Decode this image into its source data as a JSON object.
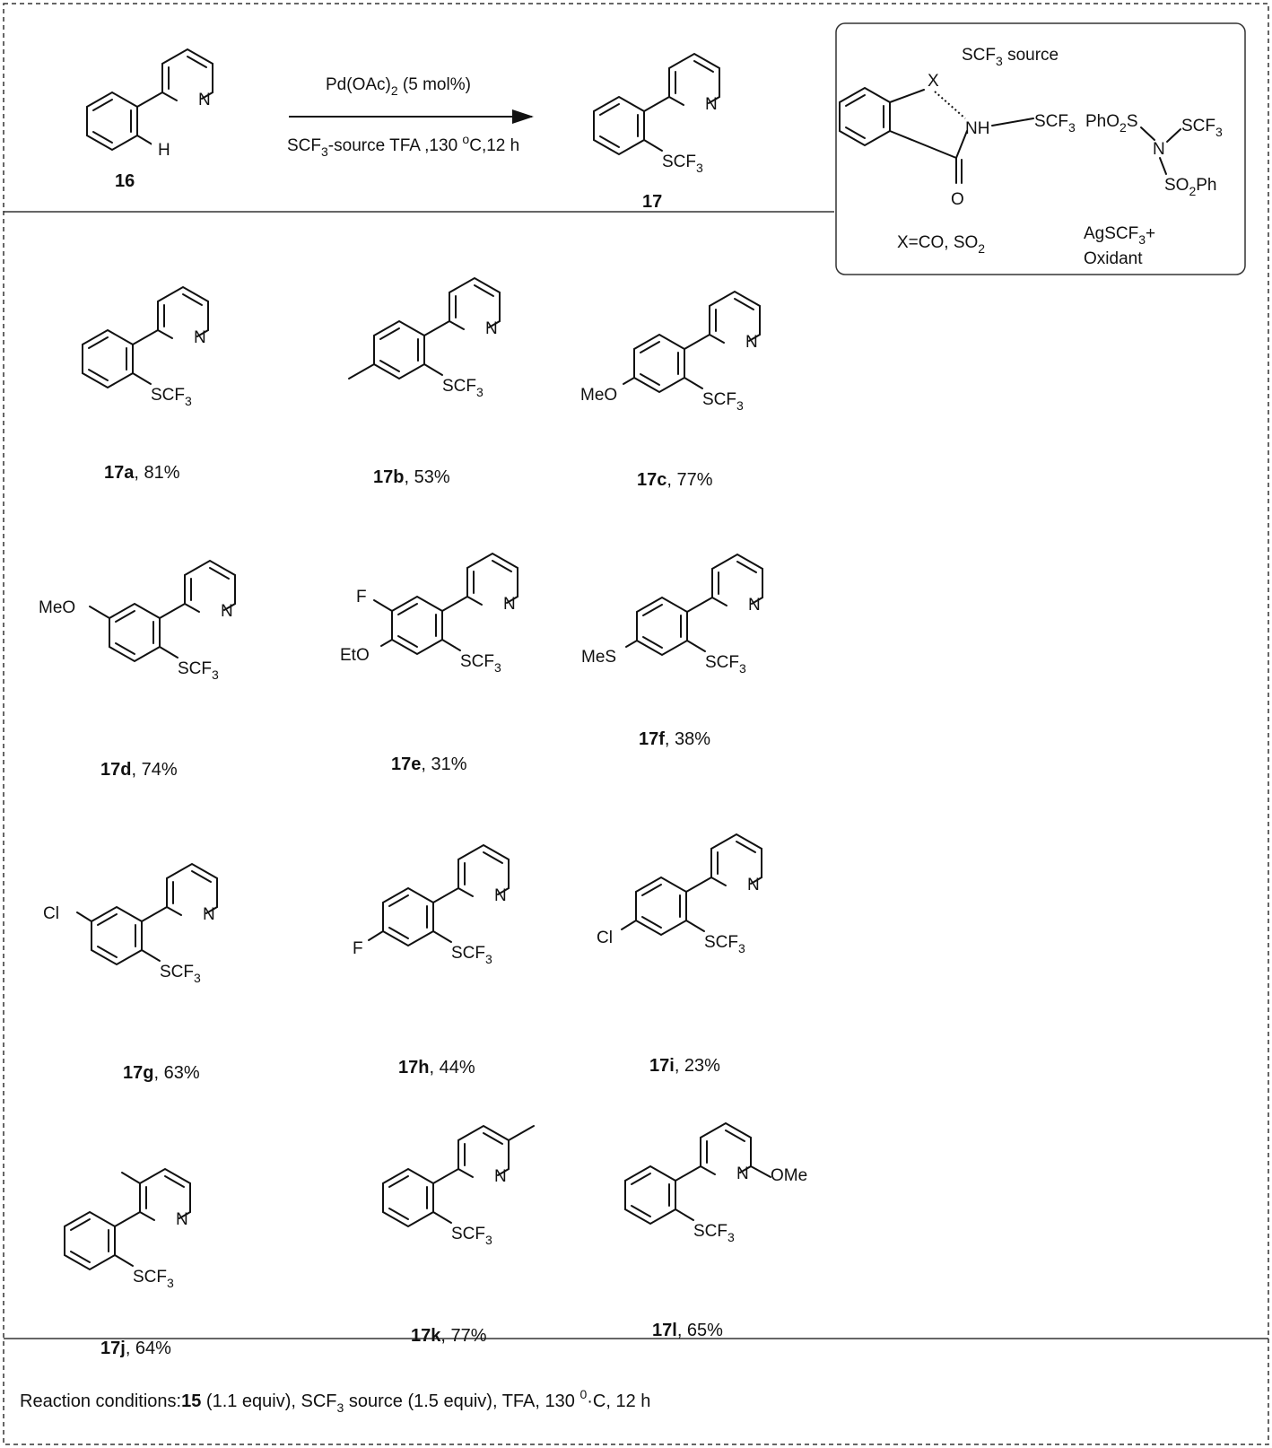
{
  "reaction": {
    "substrate_label": "16",
    "product_label": "17",
    "catalyst_text": "Pd(OAc)",
    "catalyst_sub": "2",
    "catalyst_loading": " (5 mol%)",
    "conditions_a": "SCF",
    "conditions_sub": "3",
    "conditions_b": "-source TFA ,130 ",
    "conditions_sup": "o",
    "conditions_c": "C,12 h",
    "h_atom": "H"
  },
  "source_box": {
    "title_a": "SCF",
    "title_sub": "3",
    "title_b": " source",
    "x_atom": "X",
    "nh": "NH",
    "o_atom": "O",
    "scf_a": "SCF",
    "scf_sub": "3",
    "pho2s_a": "PhO",
    "pho2s_sub": "2",
    "pho2s_b": "S",
    "n_atom": "N",
    "so2ph_a": "SO",
    "so2ph_sub": "2",
    "so2ph_b": "Ph",
    "x_def_a": "X=CO, SO",
    "x_def_sub": "2",
    "ag_a": "AgSCF",
    "ag_sub": "3",
    "ag_b": "+",
    "oxidant": "Oxidant"
  },
  "atoms": {
    "n": "N",
    "scf_a": "SCF",
    "scf_sub": "3",
    "meo": "MeO",
    "eto": "EtO",
    "f": "F",
    "mes": "MeS",
    "cl": "Cl",
    "ome": "OMe"
  },
  "products": [
    {
      "id": "17a",
      "yield": ", 81%"
    },
    {
      "id": "17b",
      "yield": ", 53%"
    },
    {
      "id": "17c",
      "yield": ", 77%"
    },
    {
      "id": "17d",
      "yield": ", 74%"
    },
    {
      "id": "17e",
      "yield": ", 31%"
    },
    {
      "id": "17f",
      "yield": ", 38%"
    },
    {
      "id": "17g",
      "yield": ", 63%"
    },
    {
      "id": "17h",
      "yield": ", 44%"
    },
    {
      "id": "17i",
      "yield": ", 23%"
    },
    {
      "id": "17j",
      "yield": ", 64%"
    },
    {
      "id": "17k",
      "yield": ", 77%"
    },
    {
      "id": "17l",
      "yield": ", 65%"
    }
  ],
  "footer": {
    "prefix": "Reaction conditions:",
    "bold": "15",
    "part1": " (1.1 equiv), SCF",
    "sub": "3",
    "part2": " source (1.5 equiv), TFA, 130 ",
    "sup": "0",
    "part3": "·C, 12 h"
  }
}
